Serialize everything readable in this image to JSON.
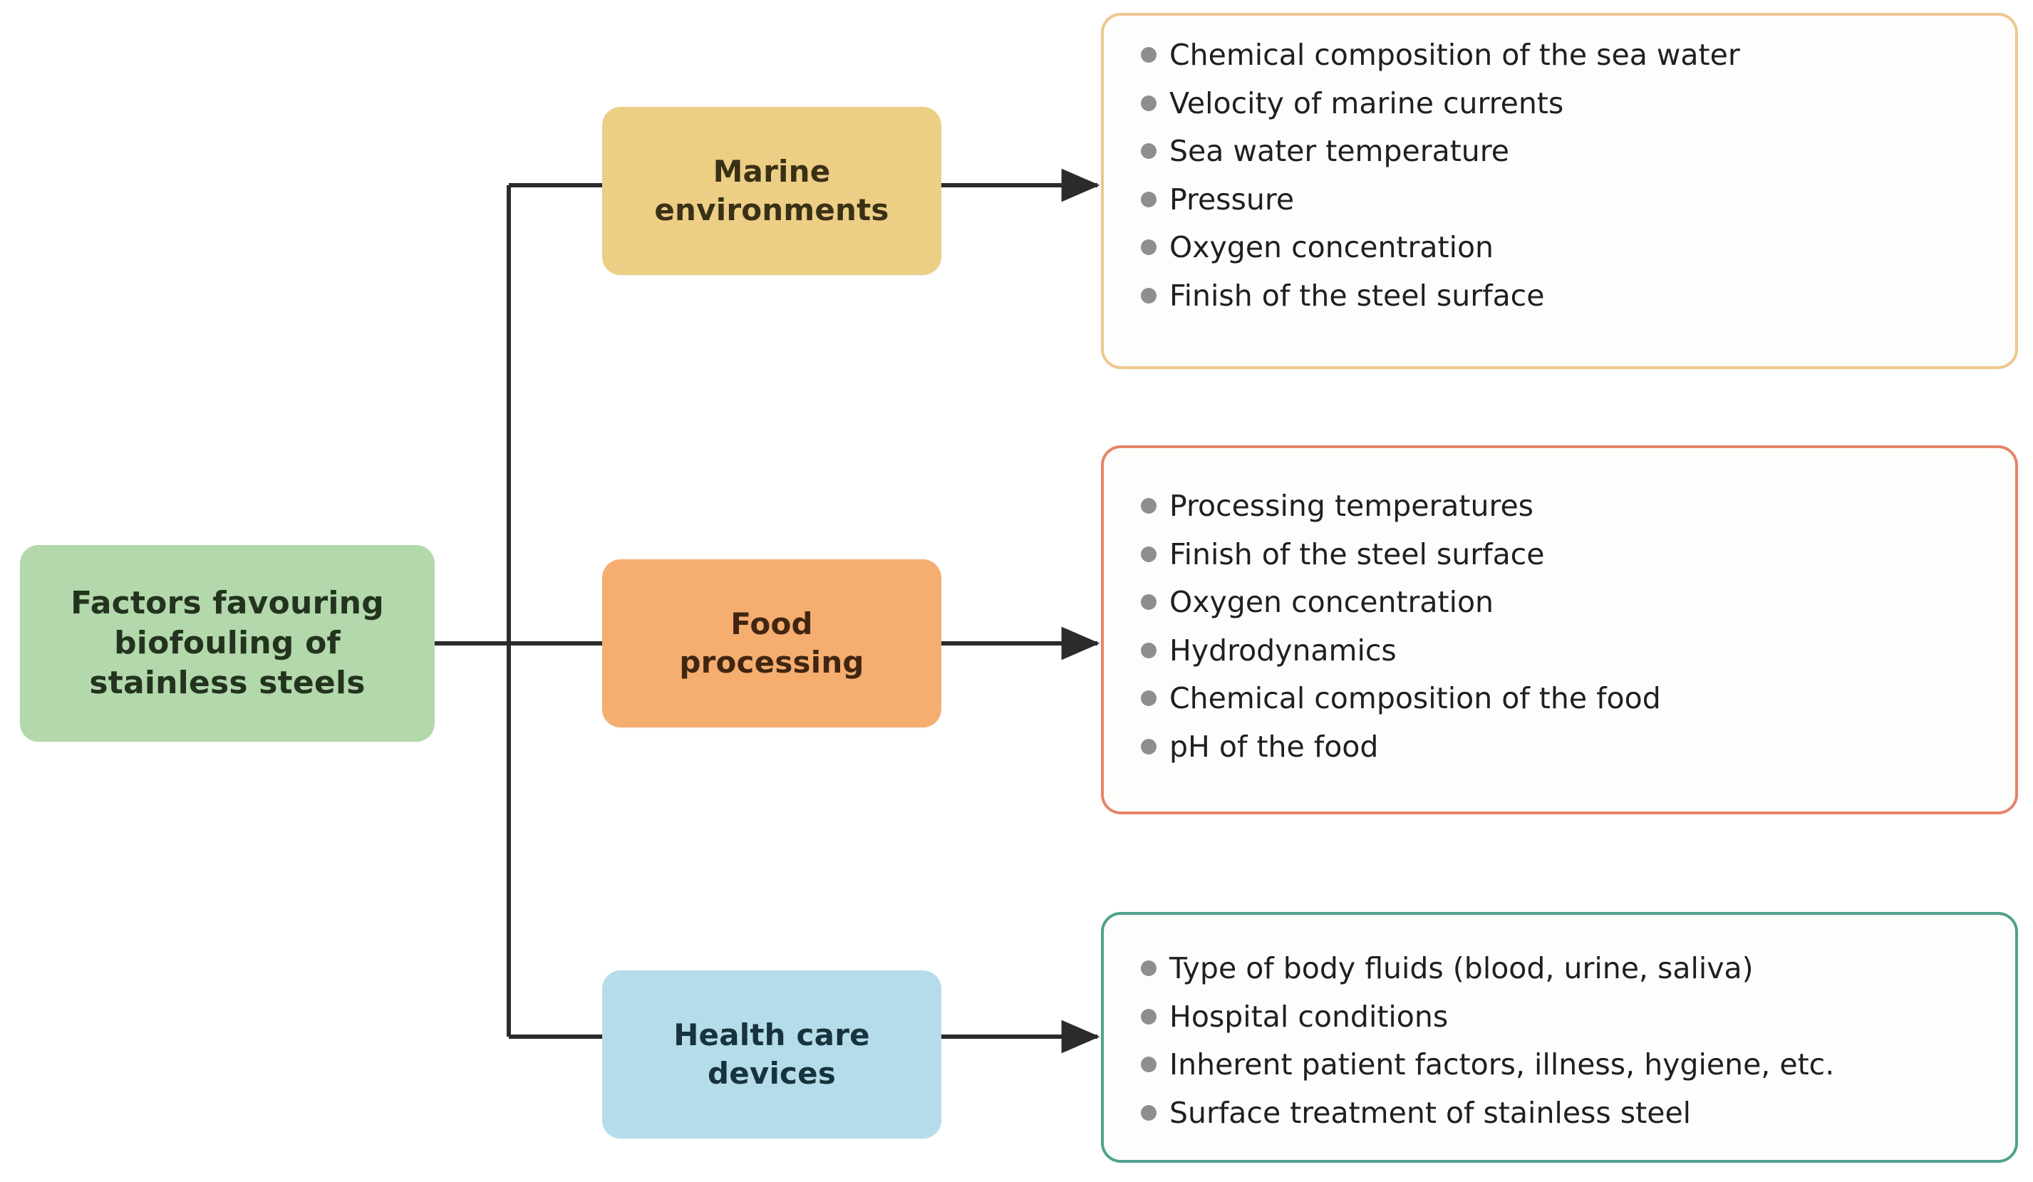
{
  "diagram": {
    "title": "Factors favouring biofouling of stainless steels",
    "root": {
      "label": "Factors favouring\nbiofouling of\nstainless steels",
      "color": "#b2d8ab"
    },
    "branches": [
      {
        "node_label": "Marine\nenvironments",
        "node_color": "#ecce85",
        "panel_border_color": "#eec78f",
        "items": [
          "Chemical composition of the sea water",
          "Velocity of marine currents",
          "Sea water temperature",
          "Pressure",
          "Oxygen concentration",
          "Finish of the steel surface"
        ]
      },
      {
        "node_label": "Food\nprocessing",
        "node_color": "#f5ad70",
        "panel_border_color": "#e6836b",
        "items": [
          "Processing temperatures",
          "Finish of the steel surface",
          "Oxygen concentration",
          "Hydrodynamics",
          "Chemical composition of the food",
          "pH of the food"
        ]
      },
      {
        "node_label": "Health care\ndevices",
        "node_color": "#b5dcea",
        "panel_border_color": "#4fa18d",
        "items": [
          "Type of body fluids (blood, urine, saliva)",
          "Hospital conditions",
          "Inherent patient factors, illness, hygiene, etc.",
          "Surface treatment of stainless steel"
        ]
      }
    ],
    "connector_color": "#2b2b2b",
    "bullet_color": "#8e8e8e"
  }
}
